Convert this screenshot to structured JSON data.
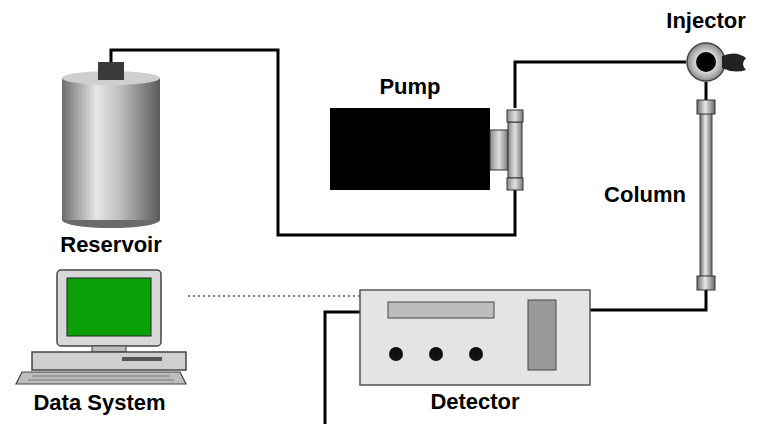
{
  "diagram": {
    "nodes": [
      {
        "text": [
          "Reservoir"
        ]
      },
      {
        "text": [
          "Pump"
        ]
      },
      {
        "text": [
          "Injector"
        ]
      },
      {
        "text": [
          "Column"
        ]
      },
      {
        "text": [
          "Detector"
        ]
      },
      {
        "text": [
          "Data System"
        ]
      }
    ],
    "edges": [
      {
        "from": 0,
        "to": 1,
        "arrow": "none"
      },
      {
        "from": 1,
        "to": 2,
        "arrow": "none"
      },
      {
        "from": 2,
        "to": 3,
        "arrow": "none"
      },
      {
        "from": 3,
        "to": 4,
        "arrow": "none"
      },
      {
        "from": 4,
        "to": 5,
        "arrow": "none"
      }
    ]
  }
}
